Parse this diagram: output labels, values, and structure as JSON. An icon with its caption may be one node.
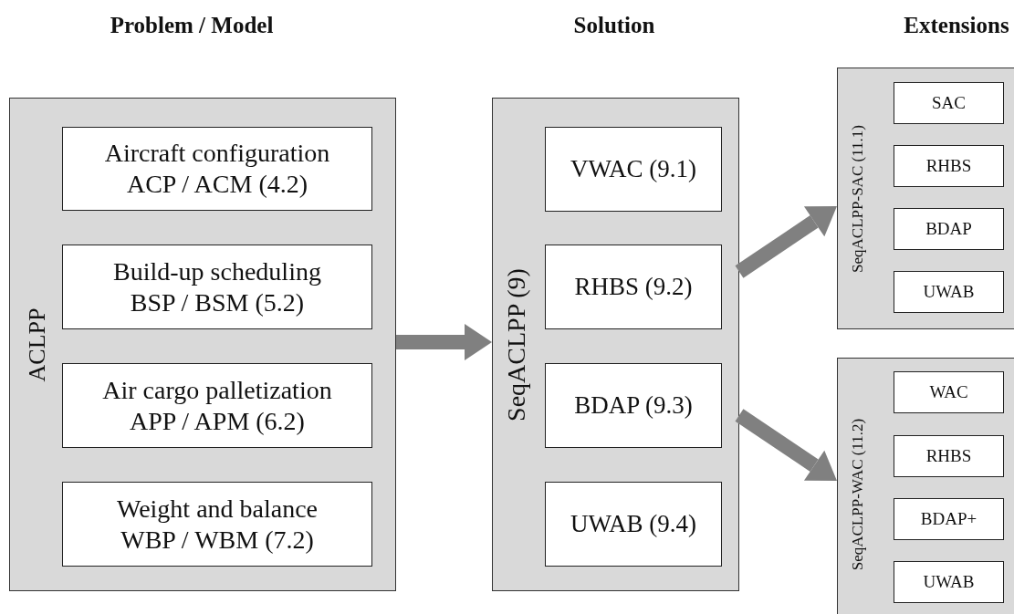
{
  "diagram": {
    "nodes": [
      {
        "text": [
          "ACLPP"
        ]
      },
      {
        "text": [
          "Aircraft configuration ACP / ACM (4.2)"
        ],
        "in": 0
      },
      {
        "text": [
          "Build-up scheduling BSP / BSM (5.2)"
        ],
        "in": 0
      },
      {
        "text": [
          "Air cargo palletization APP / APM (6.2)"
        ],
        "in": 0
      },
      {
        "text": [
          "Weight and balance WBP / WBM (7.2)"
        ],
        "in": 0
      },
      {
        "text": [
          "SeqACLPP (9)"
        ]
      },
      {
        "text": [
          "VWAC (9.1)"
        ],
        "in": 5
      },
      {
        "text": [
          "RHBS (9.2)"
        ],
        "in": 5
      },
      {
        "text": [
          "BDAP (9.3)"
        ],
        "in": 5
      },
      {
        "text": [
          "UWAB (9.4)"
        ],
        "in": 5
      },
      {
        "text": [
          "SeqACLPP-SAC (11.1)"
        ]
      },
      {
        "text": [
          "SAC"
        ],
        "in": 10
      },
      {
        "text": [
          "RHBS"
        ],
        "in": 10
      },
      {
        "text": [
          "BDAP"
        ],
        "in": 10
      },
      {
        "text": [
          "UWAB"
        ],
        "in": 10
      },
      {
        "text": [
          "SeqACLPP-WAC (11.2)"
        ]
      },
      {
        "text": [
          "WAC"
        ],
        "in": 15
      },
      {
        "text": [
          "RHBS"
        ],
        "in": 15
      },
      {
        "text": [
          "BDAP+"
        ],
        "in": 15
      },
      {
        "text": [
          "UWAB"
        ],
        "in": 15
      }
    ],
    "edges": [
      {
        "from": 0,
        "to": 5,
        "arrow": "to"
      },
      {
        "from": 5,
        "to": 10,
        "arrow": "to"
      },
      {
        "from": 5,
        "to": 15,
        "arrow": "to"
      }
    ],
    "labels": [
      "Problem / Model",
      "Solution",
      "Extensions"
    ]
  }
}
